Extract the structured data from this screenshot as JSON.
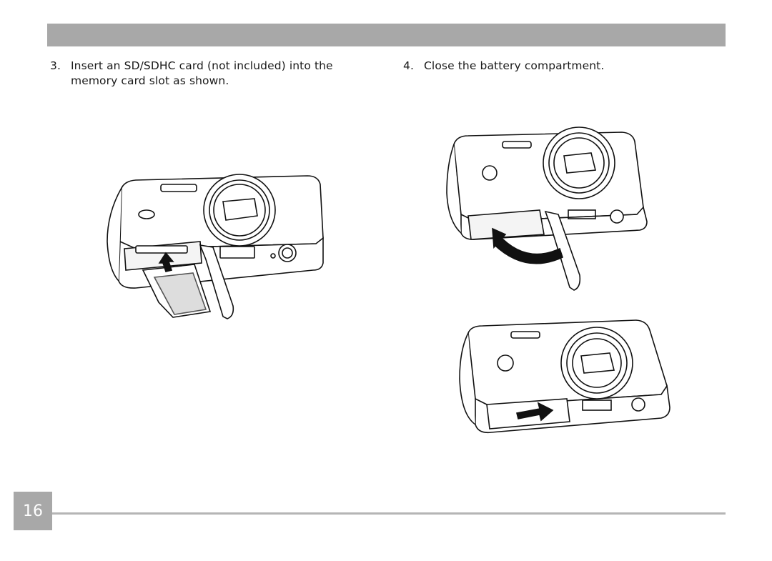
{
  "header": {
    "bar_color": "#a8a8a8"
  },
  "steps": [
    {
      "number": "3.",
      "text": "Insert an SD/SDHC card (not included) into the memory card slot as shown."
    },
    {
      "number": "4.",
      "text": "Close the battery compartment."
    }
  ],
  "illustrations": [
    {
      "subject": "camera-bottom-sd-card-insertion",
      "arrow_icon": "arrow-up-icon"
    },
    {
      "subject": "camera-bottom-door-closing",
      "arrow_icon": "curved-arrow-icon"
    },
    {
      "subject": "camera-bottom-door-locking",
      "arrow_icon": "arrow-right-icon"
    }
  ],
  "footer": {
    "page_number": "16",
    "accent_color": "#a8a8a8"
  }
}
